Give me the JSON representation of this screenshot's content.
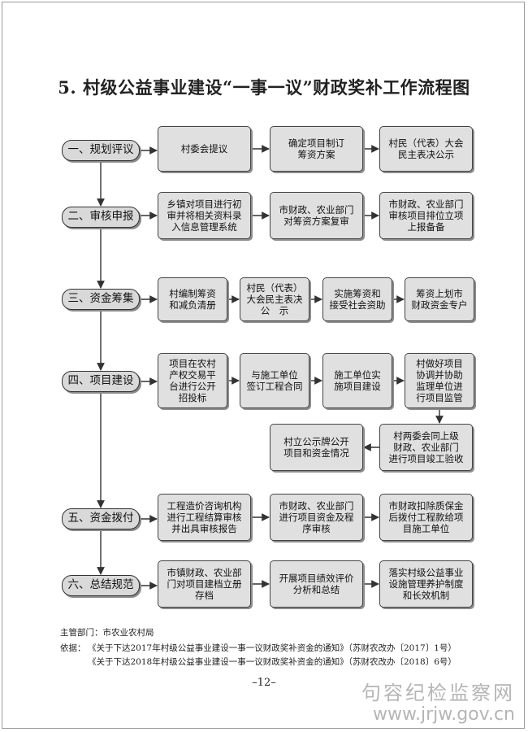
{
  "title": "5. 村级公益事业建设“一事一议”财政奖补工作流程图",
  "stages": [
    {
      "label": "一、规划评议"
    },
    {
      "label": "二、审核申报"
    },
    {
      "label": "三、资金筹集"
    },
    {
      "label": "四、项目建设"
    },
    {
      "label": "五、资金拨付"
    },
    {
      "label": "六、总结规范"
    }
  ],
  "steps": {
    "s1": [
      "村委会提议",
      "确定项目制订\n筹资方案",
      "村民（代表）大会\n民主表决公示"
    ],
    "s2": [
      "乡镇对项目进行初\n审并将相关资料录\n入信息管理系统",
      "市财政、农业部门\n对筹资方案复审",
      "市财政、农业部门\n审核项目排位立项\n上报备备"
    ],
    "s3": [
      "村编制筹资\n和减负清册",
      "村民（代表）\n大会民主表决\n公　示",
      "实施筹资和\n接受社会资助",
      "筹资上划市\n财政资金专户"
    ],
    "s4": [
      "项目在农村\n产权交易平\n台进行公开\n招投标",
      "与施工单位\n签订工程合同",
      "施工单位实\n施项目建设",
      "村做好项目\n协调并协助\n监理单位进\n行项目监管"
    ],
    "s4b": [
      "村立公示牌公开\n项目和资金情况",
      "村两委会同上级\n财政、农业部门\n进行项目竣工验收"
    ],
    "s5": [
      "工程造价咨询机构\n进行工程结算审核\n并出具审核报告",
      "市财政、农业部门\n进行项目资金及程\n序审核",
      "市财政扣除质保金\n后拨付工程款给项\n目施工单位"
    ],
    "s6": [
      "市镇财政、农业部\n门对项目建档立册\n存档",
      "开展项目绩效评价\n分析和总结",
      "落实村级公益事业\n设施管理养护制度\n和长效机制"
    ]
  },
  "footer": {
    "dept": "主管部门：市农业农村局",
    "basis_label": "依据：",
    "basis1": "《关于下达2017年村级公益事业建设一事一议财政奖补资金的通知》（苏财农改办〔2017〕1号）",
    "basis2": "《关于下达2018年村级公益事业建设一事一议财政奖补资金的通知》（苏财农改办〔2018〕6号）"
  },
  "page_number": "–12–",
  "watermark": {
    "line1": "句容纪检监察网",
    "line2": "www.jrjw.gov.cn"
  },
  "colors": {
    "box_fill": "#e0e0e0",
    "stage_fill": "#d9d9d9",
    "line": "#333333"
  }
}
